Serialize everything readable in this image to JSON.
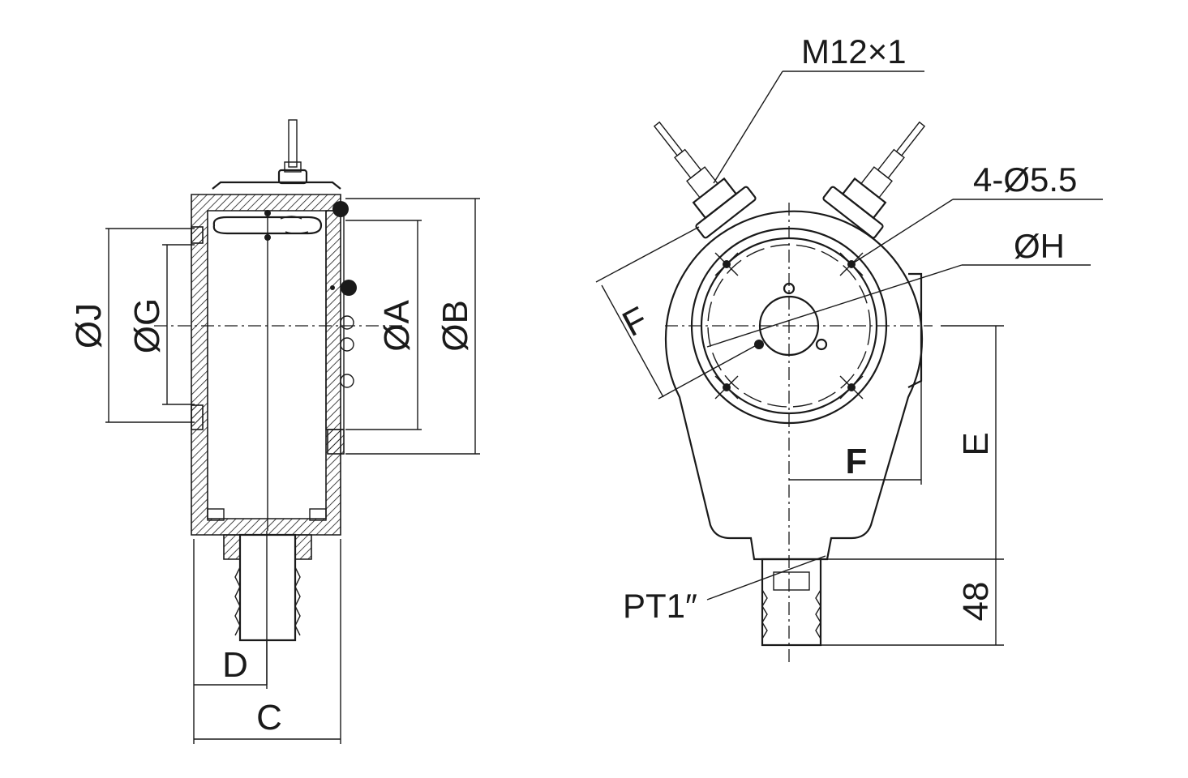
{
  "side_view": {
    "labels": {
      "dia_j": "ØJ",
      "dia_g": "ØG",
      "dia_a": "ØA",
      "dia_b": "ØB",
      "dim_d": "D",
      "dim_c": "C"
    }
  },
  "front_view": {
    "labels": {
      "thread": "M12×1",
      "holes": "4-Ø5.5",
      "dia_h": "ØH",
      "dim_f_angled": "F",
      "dim_f": "F",
      "dim_e": "E",
      "dim_48": "48",
      "port": "PT1″"
    }
  }
}
